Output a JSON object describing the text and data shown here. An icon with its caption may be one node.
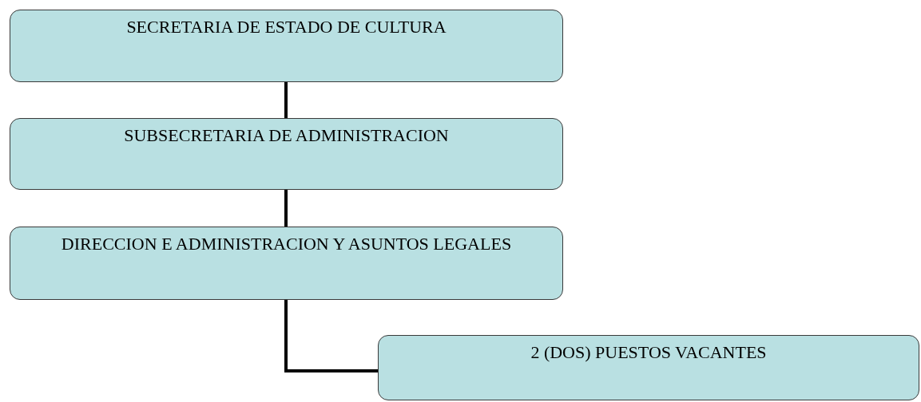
{
  "diagram": {
    "nodes": [
      {
        "text": [
          "SECRETARIA DE ESTADO DE CULTURA"
        ]
      },
      {
        "text": [
          "SUBSECRETARIA DE ADMINISTRACION"
        ]
      },
      {
        "text": [
          "DIRECCION E ADMINISTRACION Y ASUNTOS LEGALES"
        ]
      },
      {
        "text": [
          "2 (DOS) PUESTOS VACANTES"
        ]
      }
    ],
    "edges": [
      {
        "from": 0,
        "to": 1,
        "arrow": "none"
      },
      {
        "from": 1,
        "to": 2,
        "arrow": "none"
      },
      {
        "from": 2,
        "to": 3,
        "arrow": "none"
      }
    ]
  }
}
